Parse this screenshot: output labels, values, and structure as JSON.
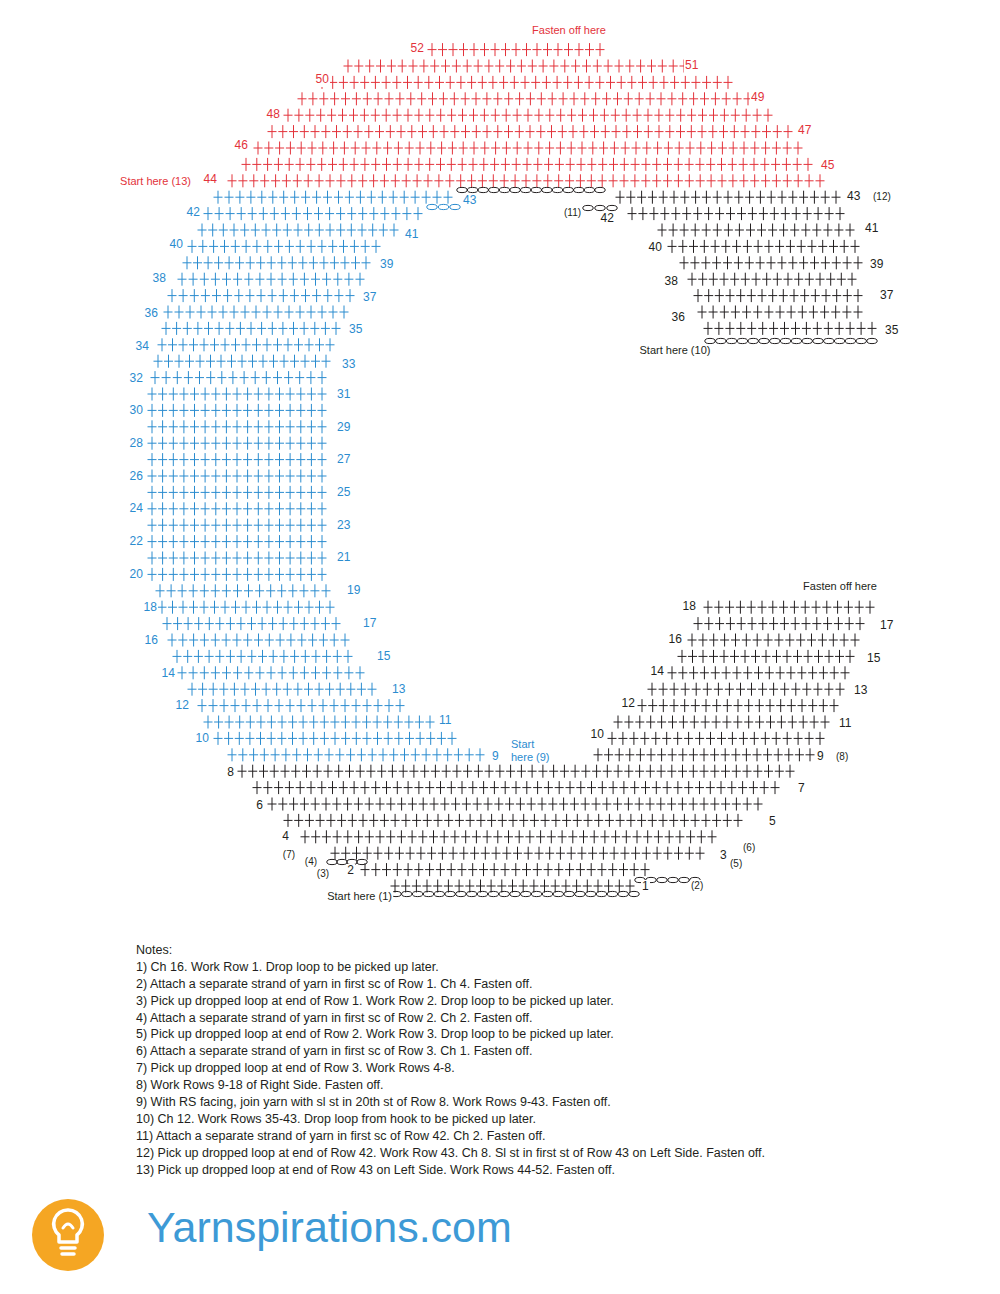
{
  "diagram": {
    "labels": [
      "Start here (1)",
      "1",
      "(2)",
      "2",
      "(3)",
      "(4)",
      "3",
      "(5)",
      "(6)",
      "4",
      "(7)",
      "5",
      "6",
      "7",
      "8",
      "9",
      "(8)",
      "Start here (9)",
      "9",
      "10",
      "11",
      "12",
      "13",
      "14",
      "15",
      "16",
      "17",
      "18",
      "19",
      "20",
      "21",
      "22",
      "23",
      "24",
      "25",
      "26",
      "27",
      "28",
      "29",
      "30",
      "31",
      "32",
      "33",
      "34",
      "35",
      "36",
      "37",
      "38",
      "39",
      "40",
      "41",
      "42",
      "43",
      "10",
      "11",
      "12",
      "13",
      "14",
      "15",
      "16",
      "17",
      "18",
      "Fasten off here",
      "Start here (10)",
      "35",
      "36",
      "37",
      "38",
      "39",
      "40",
      "41",
      "42",
      "(11)",
      "43",
      "(12)",
      "Start here (13)",
      "44",
      "45",
      "46",
      "47",
      "48",
      "49",
      "50",
      "51",
      "52",
      "Fasten off here",
      "Notes:",
      "1) Ch 16. Work Row 1. Drop loop to be picked up later.",
      "2) Attach a separate strand of yarn in first sc of Row 1. Ch 4. Fasten off.",
      "3) Pick up dropped loop at end of Row 1. Work Row 2. Drop loop to be picked up later.",
      "4) Attach a separate strand of yarn in first sc of Row 2. Ch 2. Fasten off.",
      "5) Pick up dropped loop at end of Row 2. Work Row 3. Drop loop to be picked up later.",
      "6) Attach a separate strand of yarn in first sc of Row 3. Ch 1. Fasten off.",
      "7) Pick up dropped loop at end of Row 3. Work Rows 4-8.",
      "8) Work Rows 9-18 of Right Side. Fasten off.",
      "9) With RS facing, join yarn with sl st in 20th st of Row 8. Work Rows 9-43. Fasten off.",
      "10) Ch 12. Work Rows 35-43. Drop loop from hook to be picked up later.",
      "11) Attach a separate strand of yarn in first sc of Row 42. Ch 2. Fasten off.",
      "12) Pick up dropped loop at end of Row 42. Work Row 43. Ch 8. Sl st in first st of Row 43 on Left Side. Fasten off.",
      "13) Pick up dropped loop at end of Row 43 on Left Side. Work Rows 44-52. Fasten off.",
      "Yarnspirations.com"
    ]
  }
}
